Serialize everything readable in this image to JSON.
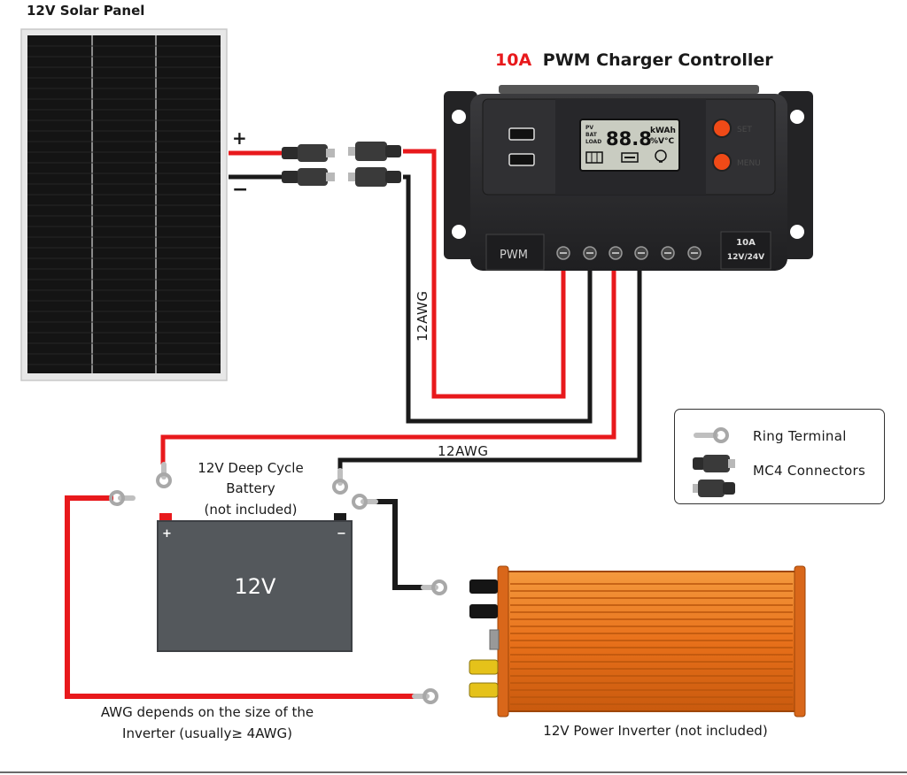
{
  "panel": {
    "title": "12V Solar Panel",
    "plus": "+",
    "minus": "−"
  },
  "controller": {
    "title_accent": "10A",
    "title_rest": "PWM Charger Controller",
    "badge_left": "PWM",
    "badge_right_line1": "10A",
    "badge_right_line2": "12V/24V",
    "lcd_digits": "88.8",
    "lcd_unit_top": "kWAh",
    "lcd_unit_bottom": "%V°C",
    "lcd_flags": [
      "PV",
      "BAT",
      "LOAD"
    ],
    "button_top": "SET",
    "button_bottom": "MENU"
  },
  "wiring": {
    "gauge_vertical": "12AWG",
    "gauge_horizontal": "12AWG"
  },
  "battery": {
    "label_line1": "12V Deep Cycle",
    "label_line2": "Battery",
    "label_line3": "(not included)",
    "face": "12V",
    "plus": "+",
    "minus": "−"
  },
  "inverter": {
    "label": "12V Power Inverter (not included)"
  },
  "awg_note": {
    "line1": "AWG depends on the size of the",
    "line2": "Inverter (usually≥ 4AWG)"
  },
  "legend": {
    "ring_terminal": "Ring Terminal",
    "mc4": "MC4 Connectors"
  },
  "colors": {
    "positive_wire": "#e8191c",
    "negative_wire": "#1a1a1a",
    "accent_text": "#e8191c",
    "controller_body": "#2b2b2d",
    "inverter_orange": "#f07a1e",
    "battery_body": "#54585c",
    "panel_cell": "#141414",
    "lcd": "#c9ccc1",
    "button_orange": "#f04a17"
  },
  "icons": [
    "ring-terminal-icon",
    "mc4-connector-icon",
    "screw-terminal-icon",
    "usb-port-icon"
  ]
}
